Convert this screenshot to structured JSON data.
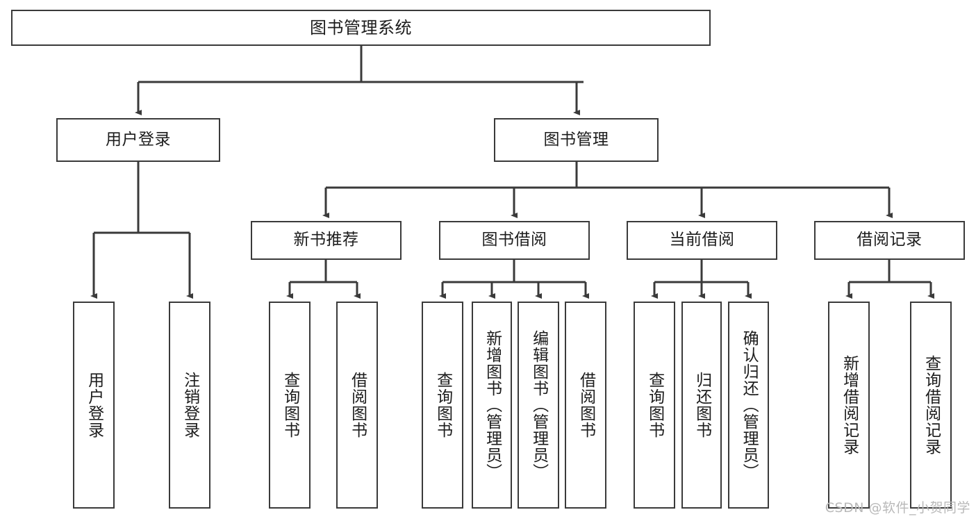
{
  "diagram": {
    "type": "tree-hierarchy",
    "title": "图书管理系统",
    "watermark": "CSDN @软件_小贺同学",
    "colors": {
      "box_border": "#3a3a3a",
      "box_fill": "#ffffff",
      "connector": "#3a3a3a",
      "text": "#1c1c1c",
      "watermark": "#b9b9b9",
      "background": "#ffffff"
    },
    "root": {
      "label": "图书管理系统"
    },
    "level2": [
      {
        "label": "用户登录"
      },
      {
        "label": "图书管理"
      }
    ],
    "level3": [
      {
        "label": "新书推荐"
      },
      {
        "label": "图书借阅"
      },
      {
        "label": "当前借阅"
      },
      {
        "label": "借阅记录"
      }
    ],
    "leaves": {
      "user_login": [
        {
          "label": "用户登录"
        },
        {
          "label": "注销登录"
        }
      ],
      "new_book_recommend": [
        {
          "label": "查询图书"
        },
        {
          "label": "借阅图书"
        }
      ],
      "book_borrow": [
        {
          "label": "查询图书"
        },
        {
          "label": "新增图书（管理员）"
        },
        {
          "label": "编辑图书（管理员）"
        },
        {
          "label": "借阅图书"
        }
      ],
      "current_borrow": [
        {
          "label": "查询图书"
        },
        {
          "label": "归还图书"
        },
        {
          "label": "确认归还（管理员）"
        }
      ],
      "borrow_record": [
        {
          "label": "新增借阅记录"
        },
        {
          "label": "查询借阅记录"
        }
      ]
    }
  }
}
